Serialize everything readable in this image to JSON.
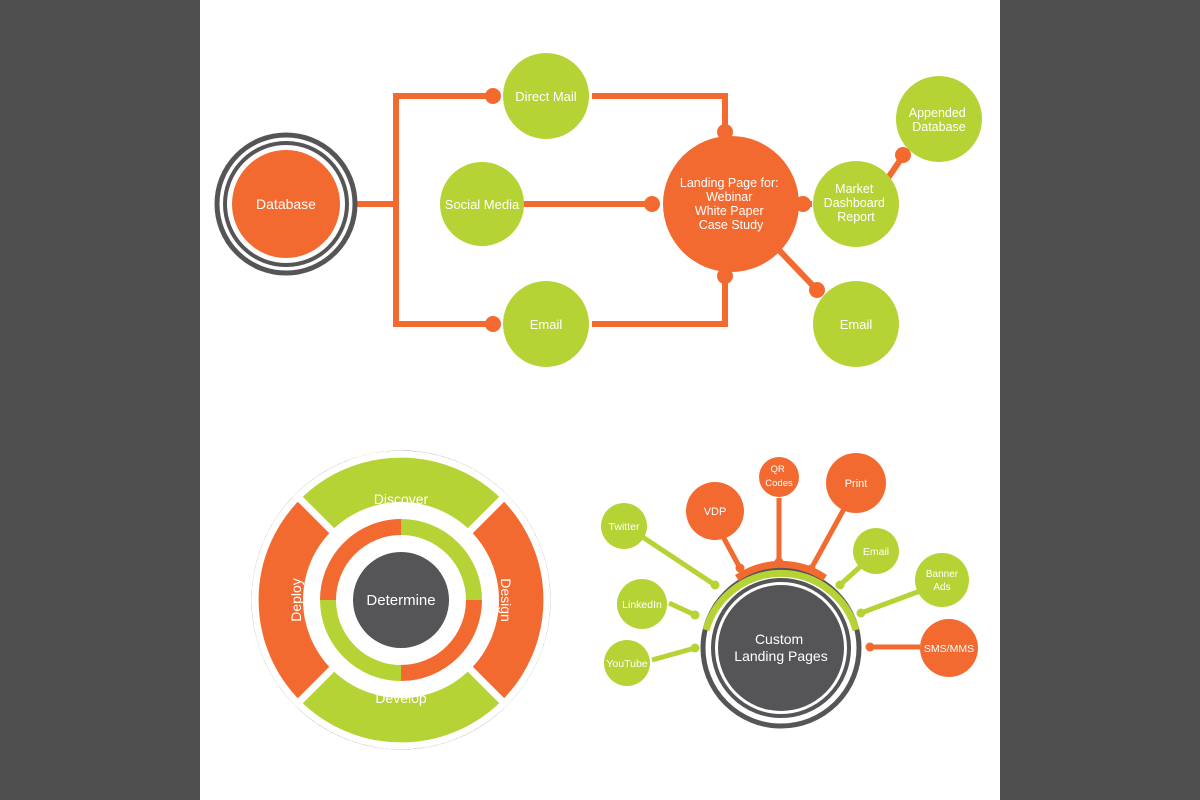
{
  "colors": {
    "orange": "#f26a30",
    "green": "#b5d334",
    "gray": "#555457",
    "white": "#ffffff",
    "background": "#4f4f4f"
  },
  "flow": {
    "database": "Database",
    "direct_mail": "Direct Mail",
    "social_media": "Social Media",
    "email_in": "Email",
    "landing_page": [
      "Landing Page for:",
      "Webinar",
      "White Paper",
      "Case Study"
    ],
    "market_report": [
      "Market",
      "Dashboard",
      "Report"
    ],
    "appended_database": [
      "Appended",
      "Database"
    ],
    "email_out": "Email"
  },
  "cycle": {
    "center": "Determine",
    "segments": [
      "Discover",
      "Design",
      "Develop",
      "Deploy"
    ]
  },
  "hub": {
    "center": [
      "Custom",
      "Landing Pages"
    ],
    "channels": [
      "Twitter",
      "VDP",
      "QR Codes",
      "Print",
      "Email",
      "Banner Ads",
      "LinkedIn",
      "YouTube",
      "SMS/MMS"
    ]
  }
}
